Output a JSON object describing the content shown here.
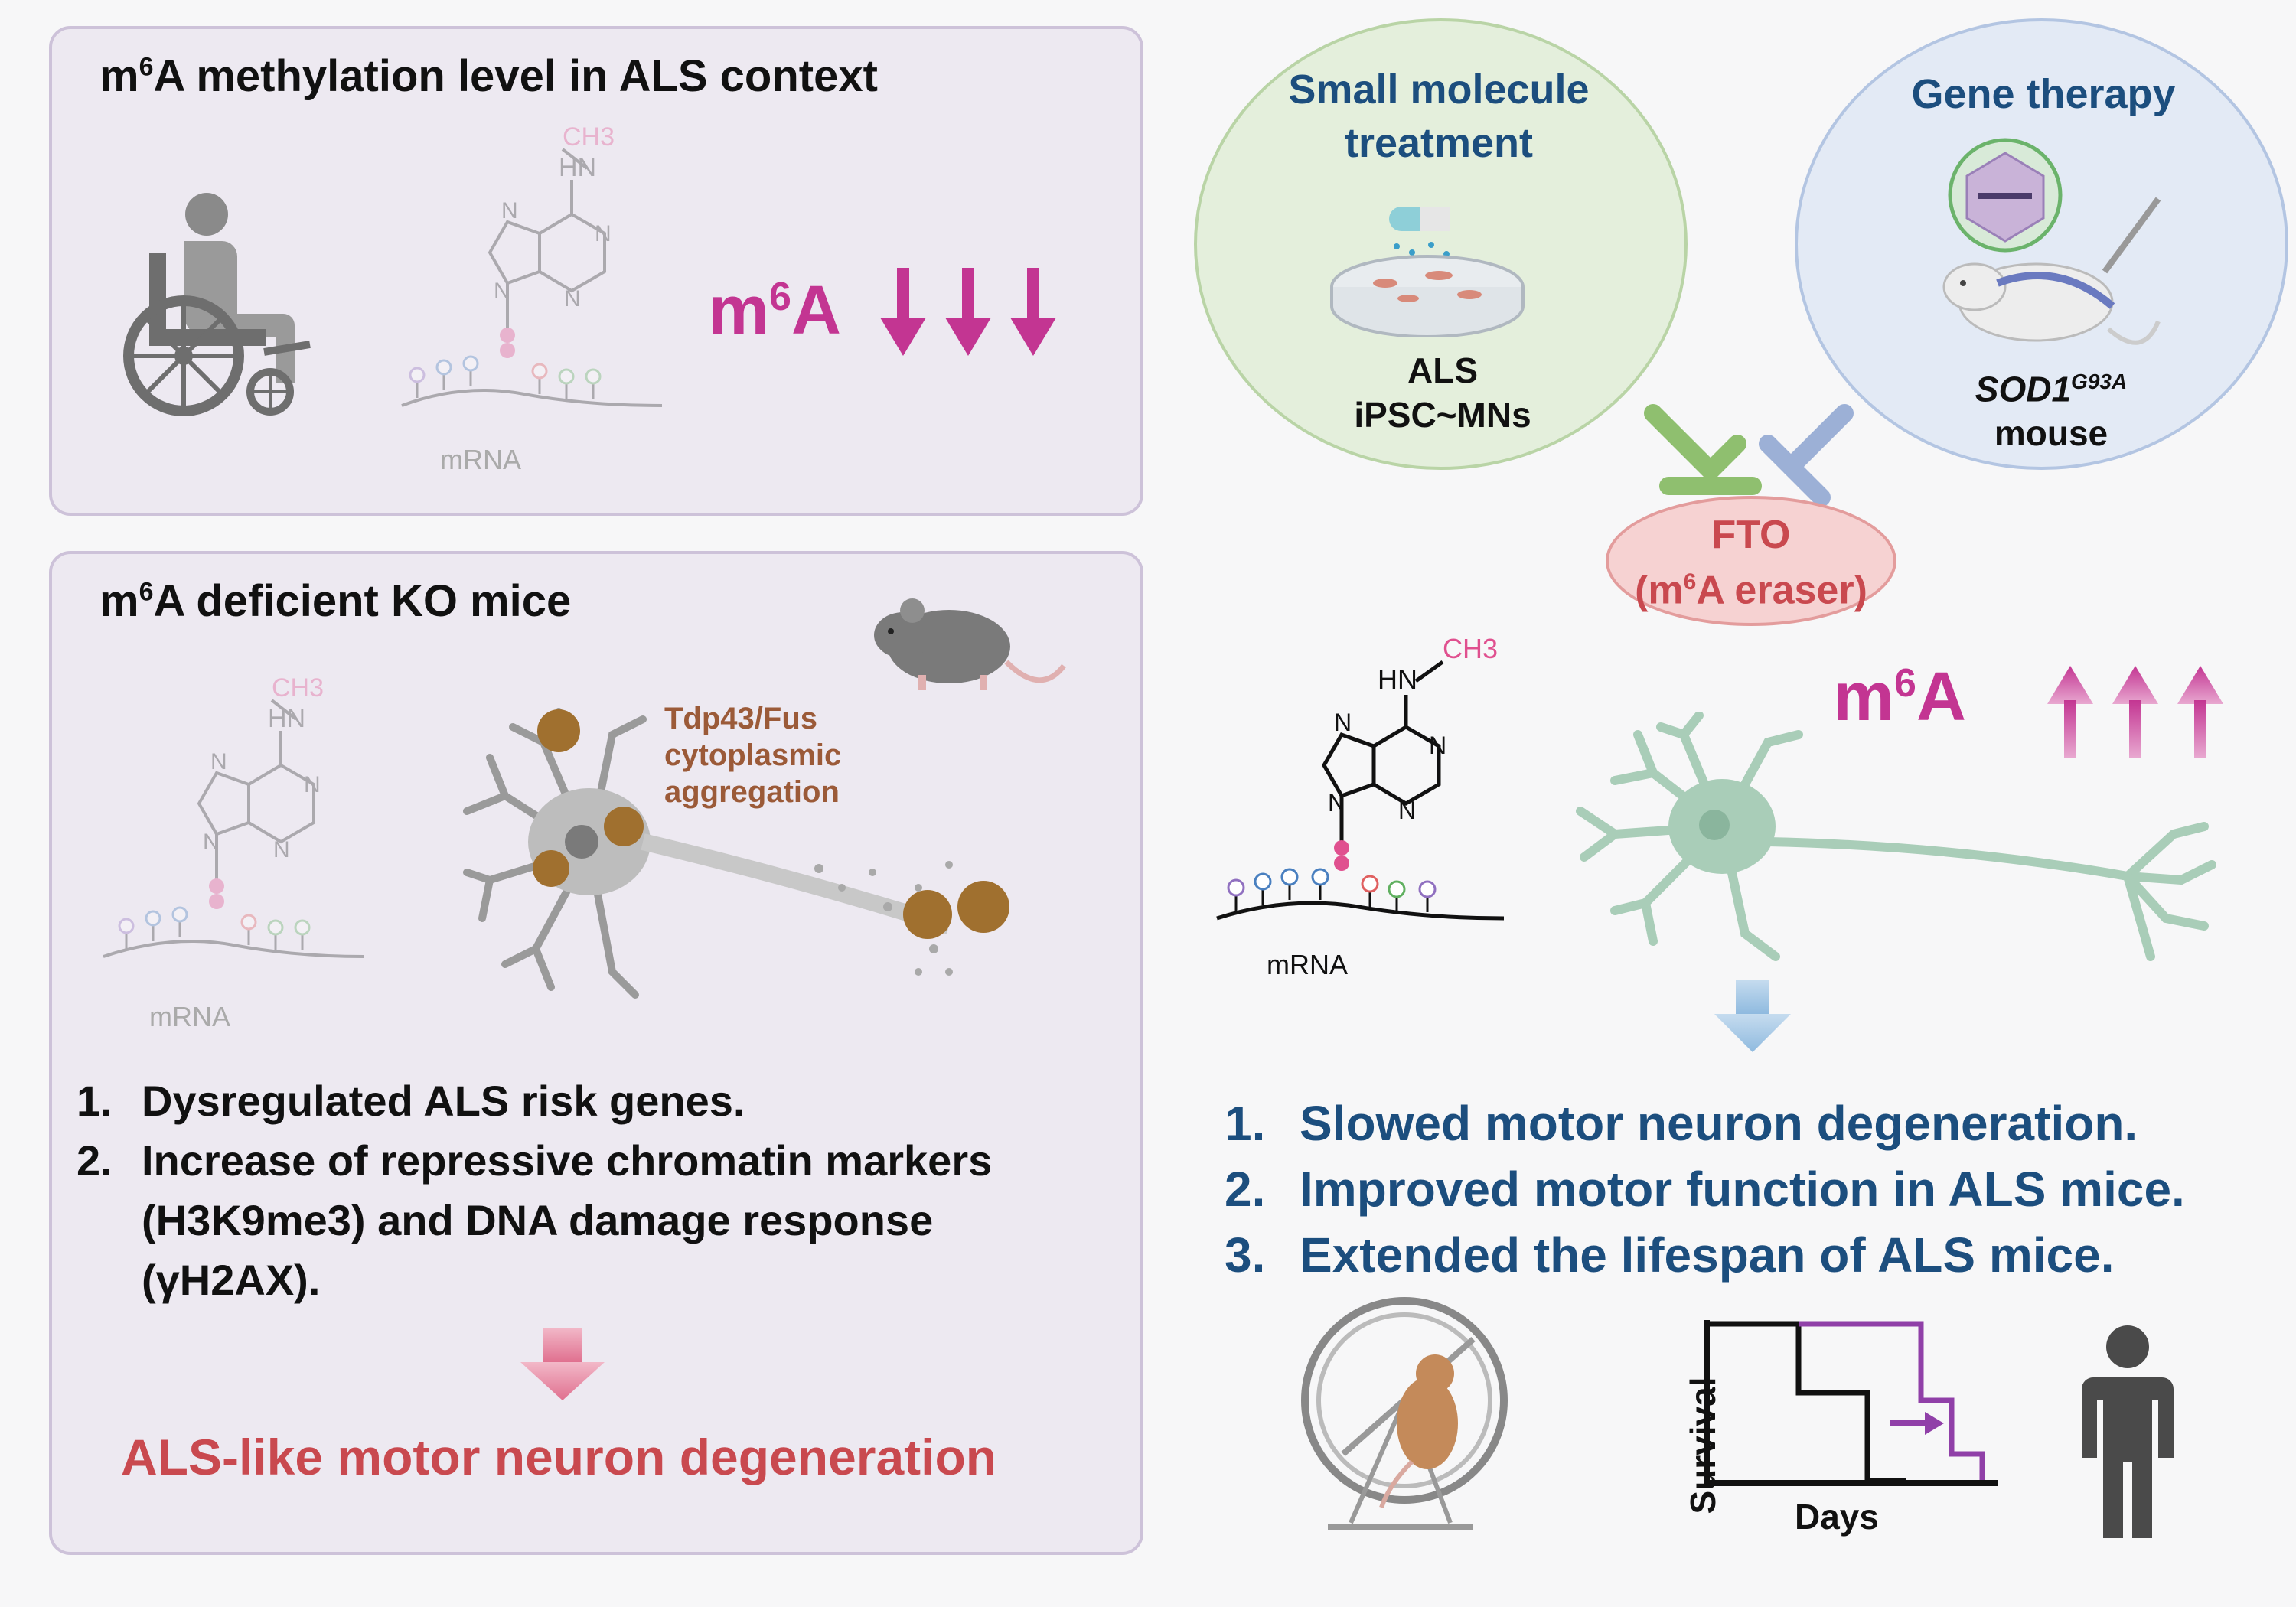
{
  "panel_top": {
    "title_m": "m",
    "title_sup": "6",
    "title_rest": "A methylation level in ALS context",
    "m6a_m": "m",
    "m6a_sup": "6",
    "m6a_rest": "A",
    "mrna_label": "mRNA",
    "ch3_label": "CH3",
    "hn_label": "HN"
  },
  "panel_bottom": {
    "title_m": "m",
    "title_sup": "6",
    "title_rest": "A deficient KO mice",
    "aggregation_label": [
      "Tdp43/Fus",
      "cytoplasmic",
      "aggregation"
    ],
    "mrna_label": "mRNA",
    "findings": [
      {
        "num": "1.",
        "lines": [
          "Dysregulated ALS risk genes."
        ]
      },
      {
        "num": "2.",
        "lines": [
          "Increase of repressive chromatin markers",
          "(H3K9me3) and DNA damage response",
          "(γH2AX)."
        ]
      }
    ],
    "conclusion": "ALS-like motor neuron degeneration"
  },
  "right": {
    "small_molecule_title": [
      "Small molecule",
      "treatment"
    ],
    "small_molecule_label": [
      "ALS",
      "iPSC~MNs"
    ],
    "gene_therapy_title": "Gene therapy",
    "mouse_gene": "SOD1",
    "mouse_mutation": "G93A",
    "mouse_label": "mouse",
    "fto_label": "FTO",
    "fto_sub_open": "(m",
    "fto_sub_sup": "6",
    "fto_sub_rest": "A eraser)",
    "m6a_m": "m",
    "m6a_sup": "6",
    "m6a_rest": "A",
    "mrna_label": "mRNA",
    "outcomes": [
      {
        "num": "1.",
        "text": "Slowed motor neuron degeneration."
      },
      {
        "num": "2.",
        "text": "Improved motor function in ALS mice."
      },
      {
        "num": "3.",
        "text": "Extended the lifespan of ALS mice."
      }
    ],
    "survival_ylabel": "Survival",
    "survival_xlabel": "Days"
  },
  "colors": {
    "magenta": "#c33592",
    "blue_text": "#1c4e7e",
    "red_text": "#c9494f",
    "brown_text": "#9b5a38",
    "panel_bg": "#ede9f1",
    "neuron_green": "#a9cdb8",
    "survival_purple": "#9040a8"
  }
}
